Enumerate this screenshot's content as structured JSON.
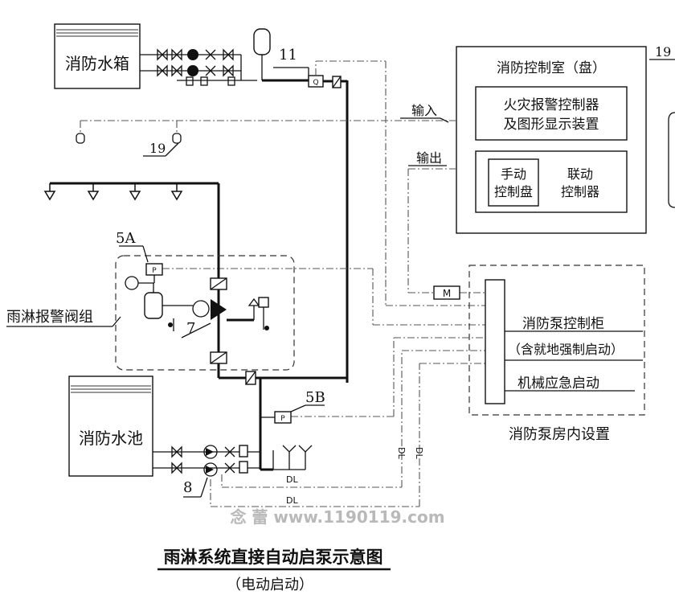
{
  "labels": {
    "tank": "消防水箱",
    "pool": "消防水池",
    "control_room": "消防控制室（盘）",
    "fire_alarm_line1": "火灾报警控制器",
    "fire_alarm_line2": "及图形显示装置",
    "manual_line1": "手动",
    "manual_line2": "控制盘",
    "linkage_line1": "联动",
    "linkage_line2": "控制器",
    "input": "输入",
    "output": "输出",
    "deluge_valve_group": "雨淋报警阀组",
    "pump_cabinet": "消防泵控制柜",
    "pump_cabinet_note": "（含就地强制启动）",
    "mech_start": "机械应急启动",
    "pump_room": "消防泵房内设置",
    "motor": "M",
    "pressure_switch": "P",
    "flow_switch": "Q",
    "dl1": "DL",
    "dl2": "DL",
    "dl3": "DL",
    "dl4": "DL",
    "num_11": "11",
    "num_19_top": "19",
    "num_19_mid": "19",
    "num_5a": "5A",
    "num_5b": "5B",
    "num_7": "7",
    "num_8": "8",
    "watermark": "念 蕾  www.1190119.com",
    "title": "雨淋系统直接自动启泵示意图",
    "subtitle": "（电动启动）"
  }
}
